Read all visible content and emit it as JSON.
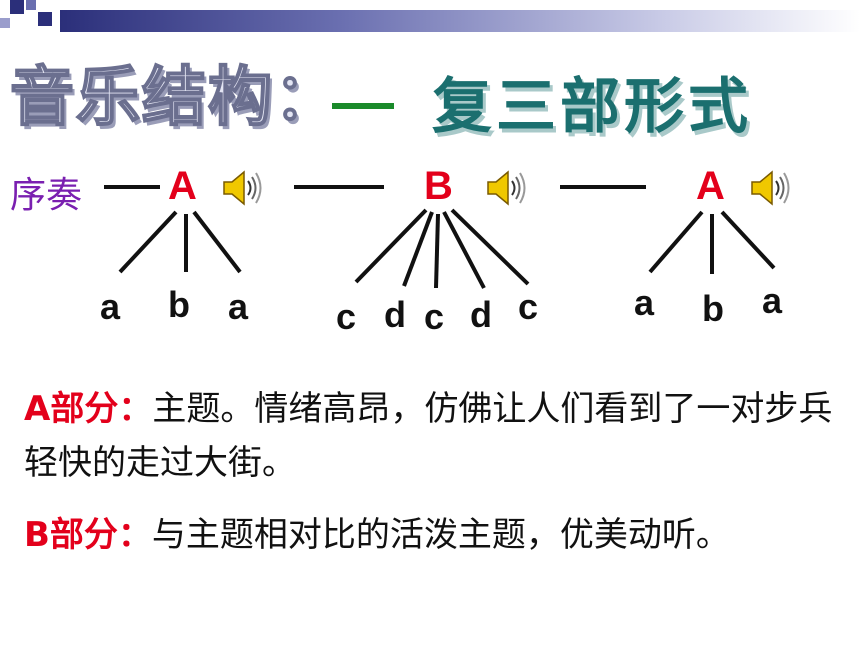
{
  "title": "音乐结构：",
  "subtitle": "复三部形式",
  "intro": "序奏",
  "sections": [
    {
      "label": "A",
      "subs": [
        "a",
        "b",
        "a"
      ]
    },
    {
      "label": "B",
      "subs": [
        "c",
        "d",
        "c",
        "d",
        "c"
      ]
    },
    {
      "label": "A",
      "subs": [
        "a",
        "b",
        "a"
      ]
    }
  ],
  "description": [
    {
      "label": "A部分：",
      "text": "主题。情绪高昂，仿佛让人们看到了一对步兵轻快的走过大街。"
    },
    {
      "label": "B部分：",
      "text": "与主题相对比的活泼主题，优美动听。"
    }
  ],
  "colors": {
    "section_label": "#e3001b",
    "intro": "#7a1fb0",
    "subtitle": "#1b6f6f",
    "dash": "#1a8a2a"
  },
  "icons": [
    "speaker-icon",
    "speaker-icon",
    "speaker-icon"
  ]
}
